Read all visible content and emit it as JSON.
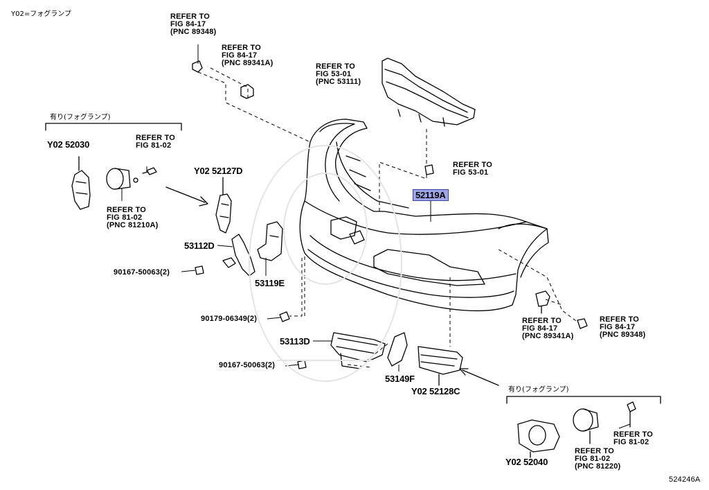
{
  "header": {
    "note": "Y02=フォグランプ"
  },
  "refs": {
    "r1": "REFER TO\nFIG 84-17\n(PNC 89348)",
    "r2": "REFER TO\nFIG 84-17\n(PNC 89341A)",
    "r3": "REFER TO\nFIG 53-01\n(PNC 53111)",
    "r4": "REFER TO\nFIG 53-01",
    "r5": "REFER TO\nFIG 81-02",
    "r6": "REFER TO\nFIG 81-02\n(PNC 81210A)",
    "r7": "REFER TO\nFIG 84-17\n(PNC 89341A)",
    "r8": "REFER TO\nFIG 84-17\n(PNC 89348)",
    "r9": "REFER TO\nFIG 81-02",
    "r10": "REFER TO\nFIG 81-02\n(PNC 81220)"
  },
  "groups": {
    "left": "有り(フォグランプ)",
    "right": "有り(フォグランプ)"
  },
  "parts": {
    "p52119A": "52119A",
    "p52030": "Y02 52030",
    "p52127D": "Y02 52127D",
    "p53112D": "53112D",
    "p53119E": "53119E",
    "p90167a": "90167-50063(2)",
    "p90179": "90179-06349(2)",
    "p53113D": "53113D",
    "p90167b": "90167-50063(2)",
    "p53149F": "53149F",
    "p52128C": "Y02 52128C",
    "p52040": "Y02 52040"
  },
  "footer": {
    "figure_id": "524246A"
  },
  "colors": {
    "highlight": "#9fa6e8",
    "ink": "#000000"
  }
}
